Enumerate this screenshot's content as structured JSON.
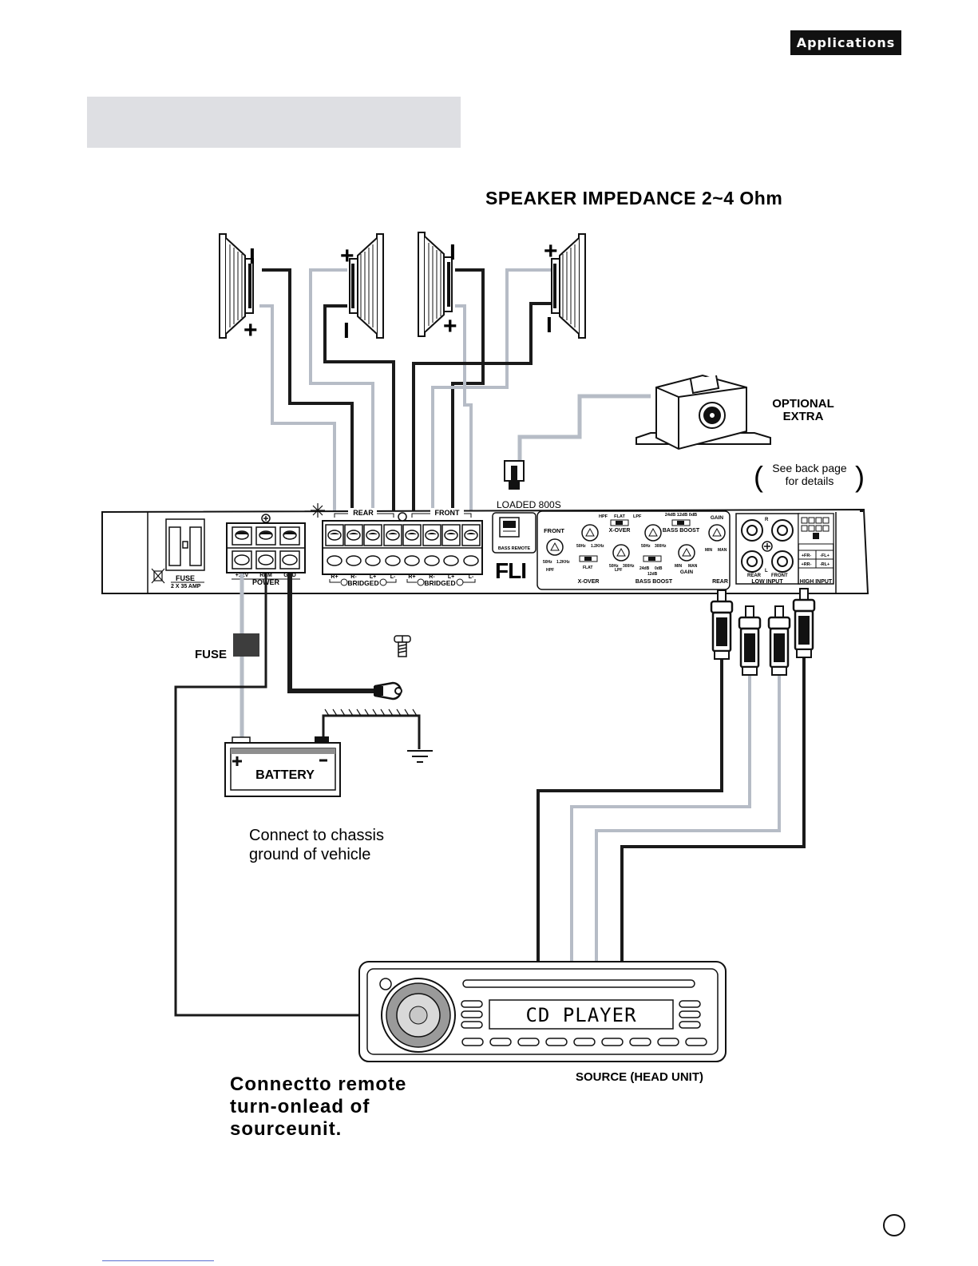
{
  "header": {
    "tag_label": "Applications"
  },
  "diagram": {
    "impedance_title": "SPEAKER IMPEDANCE 2~4 Ohm",
    "speaker_polarity": {
      "plus": "+",
      "minus": "I"
    },
    "optional_extra": {
      "line1": "OPTIONAL",
      "line2": "EXTRA"
    },
    "see_back": {
      "line1": "See back page",
      "line2": "for details"
    },
    "loaded_label": "LOADED 800S",
    "brand": "FLI",
    "amp": {
      "fuse_label": "FUSE",
      "fuse_rating": "2 X 35 AMP",
      "power_terminals": [
        "+12V",
        "REM",
        "GND"
      ],
      "power_label": "POWER",
      "rear_label": "REAR",
      "front_label": "FRONT",
      "speaker_terminals": [
        "R+",
        "R-",
        "L+",
        "L-",
        "R+",
        "R-",
        "L+",
        "L-"
      ],
      "bridged_label": "BRIDGED",
      "bass_remote": "BASS REMOTE",
      "ctrl_front": "FRONT",
      "hpf": "HPF",
      "flat": "FLAT",
      "lpf": "LPF",
      "xover": "X-OVER",
      "bb_top": "24dB 12dB 0dB",
      "bass_boost": "BASS BOOST",
      "gain": "GAIN",
      "min": "MIN",
      "man": "MAN",
      "freq_50": "50Hz",
      "freq_1_2k": "1.2KHz",
      "freq_300": "300Hz",
      "bb_24": "24dB",
      "bb_0": "0dB",
      "bb_12": "12dB",
      "rear_out": "REAR",
      "rca_r": "R",
      "rca_l": "L",
      "rca_rear": "REAR",
      "rca_front": "FRONT",
      "low_input": "LOW INPUT",
      "high_input": "HIGH INPUT",
      "hi_fr": "+FR-",
      "hi_fl": "-FL+",
      "hi_rr": "+RR-",
      "hi_rl": "-RL+"
    },
    "fuse_inline": "FUSE",
    "battery": "BATTERY",
    "chassis": {
      "line1": "Connect to chassis",
      "line2": "ground of vehicle"
    },
    "cd_player": "CD PLAYER",
    "source": "SOURCE (HEAD UNIT)",
    "remote_note": {
      "line1": "Connectto remote",
      "line2": "turn-onlead of",
      "line3": "sourceunit."
    }
  },
  "colors": {
    "wire_dark": "#1a1a1a",
    "wire_gray": "#b6bcc6",
    "panel_gray": "#dedfe3"
  }
}
